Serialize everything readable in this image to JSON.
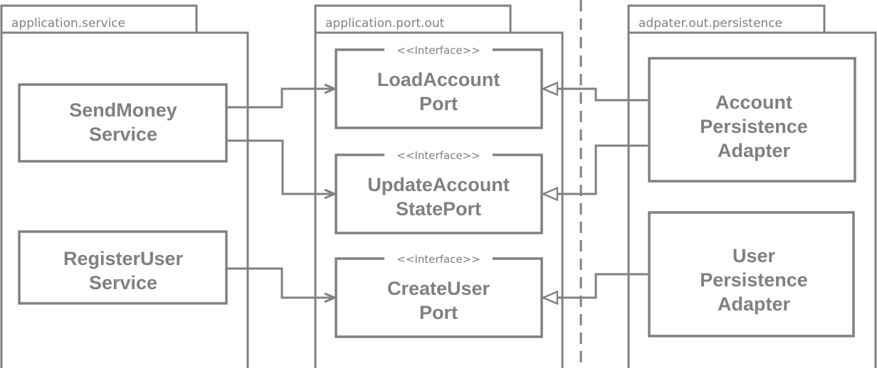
{
  "colors": {
    "line": "#808080",
    "background": "#ffffff"
  },
  "packages": {
    "service": {
      "label": "application.service"
    },
    "port_out": {
      "label": "application.port.out"
    },
    "persistence": {
      "label": "adpater.out.persistence"
    }
  },
  "services": {
    "send_money": {
      "line1": "SendMoney",
      "line2": "Service"
    },
    "register_user": {
      "line1": "RegisterUser",
      "line2": "Service"
    }
  },
  "ports": {
    "load_account": {
      "stereotype": "<<Interface>>",
      "line1": "LoadAccount",
      "line2": "Port"
    },
    "update_account_state": {
      "stereotype": "<<Interface>>",
      "line1": "UpdateAccount",
      "line2": "StatePort"
    },
    "create_user": {
      "stereotype": "<<Interface>>",
      "line1": "CreateUser",
      "line2": "Port"
    }
  },
  "adapters": {
    "account_persistence": {
      "line1": "Account",
      "line2": "Persistence",
      "line3": "Adapter"
    },
    "user_persistence": {
      "line1": "User",
      "line2": "Persistence",
      "line3": "Adapter"
    }
  }
}
